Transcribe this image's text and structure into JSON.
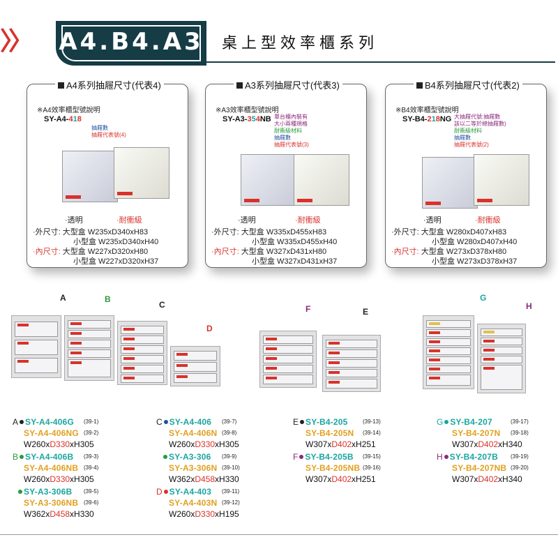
{
  "header": {
    "arrows": "〉〉",
    "badge": "A4.B4.A3",
    "title": "桌上型效率櫃系列"
  },
  "specs": [
    {
      "header": "A4系列抽屜尺寸(代表4)",
      "note": "※A4效率櫃型號說明",
      "model_prefix": "SY-A4-",
      "model_digit1": "4",
      "model_digit2": "1",
      "model_digit3": "8",
      "model_suffix": "",
      "legend": [
        "抽屜數",
        "抽屜代表號(4)"
      ],
      "label_clear": "·透明",
      "label_resist": "·耐衝級",
      "outer_label": "·外尺寸:",
      "outer_large": "大型盒 W235xD340xH83",
      "outer_small": "小型盒 W235xD340xH40",
      "inner_label": "·內尺寸:",
      "inner_large": "大型盒 W227xD320xH80",
      "inner_small": "小型盒 W227xD320xH37"
    },
    {
      "header": "A3系列抽屜尺寸(代表3)",
      "note": "※A3效率櫃型號說明",
      "model_prefix": "SY-A3-",
      "model_digit1": "3",
      "model_digit2": "5",
      "model_digit3": "4",
      "model_suffix": "NB",
      "legend": [
        "單台櫃內裝有",
        "大小兩種規格",
        "耐衝級材料",
        "抽屜數",
        "抽屜代表號(3)"
      ],
      "label_clear": "·透明",
      "label_resist": "·耐衝級",
      "outer_label": "·外尺寸:",
      "outer_large": "大型盒 W335xD455xH83",
      "outer_small": "小型盒 W335xD455xH40",
      "inner_label": "·內尺寸:",
      "inner_large": "大型盒 W327xD431xH80",
      "inner_small": "小型盒 W327xD431xH37"
    },
    {
      "header": "B4系列抽屜尺寸(代表2)",
      "note": "※B4效率櫃型號說明",
      "model_prefix": "SY-B4-",
      "model_digit1": "2",
      "model_digit2": "1",
      "model_digit3": "8",
      "model_suffix": "NG",
      "legend": [
        "大抽屜代號:抽屜數",
        "該以二等於總抽屜數)",
        "耐衝級材料",
        "抽屜數",
        "抽屜代表號(2)"
      ],
      "label_clear": "·透明",
      "label_resist": "·耐衝級",
      "outer_label": "·外尺寸:",
      "outer_large": "大型盒 W280xD407xH83",
      "outer_small": "小型盒 W280xD407xH40",
      "inner_label": "·內尺寸:",
      "inner_large": "大型盒 W273xD378xH80",
      "inner_small": "小型盒 W273xD378xH37"
    }
  ],
  "cabinet_letters": [
    "A",
    "B",
    "C",
    "D",
    "F",
    "E",
    "G",
    "H"
  ],
  "catalog": [
    {
      "letter": "A",
      "items": [
        {
          "code": "SY-A4-406G",
          "page": "(39-1)",
          "color": "teal"
        },
        {
          "code": "SY-A4-406NG",
          "page": "(39-2)",
          "color": "orange"
        }
      ],
      "dim_w": "W260x",
      "dim_d": "D330",
      "dim_h": "xH305"
    },
    {
      "letter": "B",
      "items": [
        {
          "code": "SY-A4-406B",
          "page": "(39-3)",
          "color": "teal"
        },
        {
          "code": "SY-A4-406NB",
          "page": "(39-4)",
          "color": "orange"
        }
      ],
      "dim_w": "W260x",
      "dim_d": "D330",
      "dim_h": "xH305"
    },
    {
      "letter": "",
      "items": [
        {
          "code": "SY-A3-306B",
          "page": "(39-5)",
          "color": "teal"
        },
        {
          "code": "SY-A3-306NB",
          "page": "(39-6)",
          "color": "orange"
        }
      ],
      "dim_w": "W362x",
      "dim_d": "D458",
      "dim_h": "xH330"
    },
    {
      "letter": "C",
      "items": [
        {
          "code": "SY-A4-406",
          "page": "(39-7)",
          "color": "teal"
        },
        {
          "code": "SY-A4-406N",
          "page": "(39-8)",
          "color": "orange"
        }
      ],
      "dim_w": "W260x",
      "dim_d": "D330",
      "dim_h": "xH305"
    },
    {
      "letter": "",
      "items": [
        {
          "code": "SY-A3-306",
          "page": "(39-9)",
          "color": "teal"
        },
        {
          "code": "SY-A3-306N",
          "page": "(39-10)",
          "color": "orange"
        }
      ],
      "dim_w": "W362x",
      "dim_d": "D458",
      "dim_h": "xH330"
    },
    {
      "letter": "D",
      "items": [
        {
          "code": "SY-A4-403",
          "page": "(39-11)",
          "color": "teal"
        },
        {
          "code": "SY-A4-403N",
          "page": "(39-12)",
          "color": "orange"
        }
      ],
      "dim_w": "W260x",
      "dim_d": "D330",
      "dim_h": "xH195"
    },
    {
      "letter": "E",
      "items": [
        {
          "code": "SY-B4-205",
          "page": "(39-13)",
          "color": "teal"
        },
        {
          "code": "SY-B4-205N",
          "page": "(39-14)",
          "color": "orange"
        }
      ],
      "dim_w": "W307x",
      "dim_d": "D402",
      "dim_h": "xH251"
    },
    {
      "letter": "F",
      "items": [
        {
          "code": "SY-B4-205B",
          "page": "(39-15)",
          "color": "teal"
        },
        {
          "code": "SY-B4-205NB",
          "page": "(39-16)",
          "color": "orange"
        }
      ],
      "dim_w": "W307x",
      "dim_d": "D402",
      "dim_h": "xH251"
    },
    {
      "letter": "G",
      "items": [
        {
          "code": "SY-B4-207",
          "page": "(39-17)",
          "color": "teal"
        },
        {
          "code": "SY-B4-207N",
          "page": "(39-18)",
          "color": "orange"
        }
      ],
      "dim_w": "W307x",
      "dim_d": "D402",
      "dim_h": "xH340"
    },
    {
      "letter": "H",
      "items": [
        {
          "code": "SY-B4-207B",
          "page": "(39-19)",
          "color": "teal"
        },
        {
          "code": "SY-B4-207NB",
          "page": "(39-20)",
          "color": "orange"
        }
      ],
      "dim_w": "W307x",
      "dim_d": "D402",
      "dim_h": "xH340"
    }
  ],
  "colors": {
    "accent_red": "#d8322c",
    "navy": "#163c46",
    "teal": "#1aa6a0",
    "orange": "#e0a020",
    "purple": "#8a2a7a",
    "green": "#2a9a3a",
    "blue": "#1f4fa0"
  }
}
